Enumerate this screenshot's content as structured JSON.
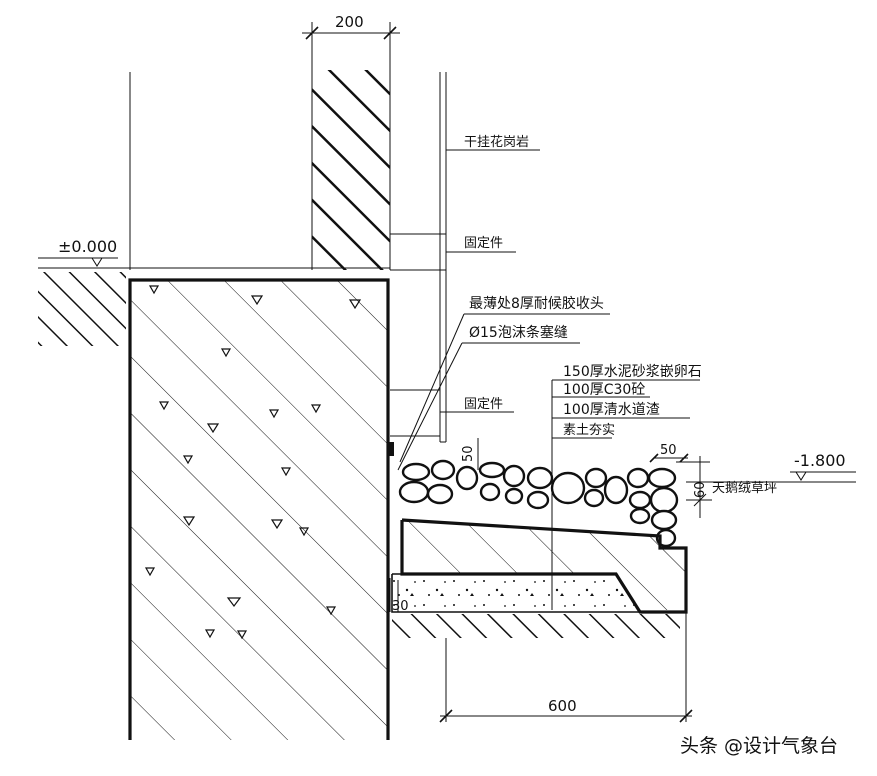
{
  "drawing": {
    "dim_wall_width": "200",
    "level_ground": "±0.000",
    "level_lower": "-1.800",
    "dim_slab_width": "600",
    "dim_edge_30": "30",
    "dim_gap_50": "50",
    "dim_width_50": "50",
    "dim_height_60": "60",
    "label_granite": "干挂花岗岩",
    "label_fixing_upper": "固定件",
    "label_sealant": "最薄处8厚耐候胶收头",
    "label_foam": "Ø15泡沫条塞缝",
    "label_fixing_lower": "固定件",
    "layer_1": "150厚水泥砂浆嵌卵石",
    "layer_2": "100厚C30砼",
    "layer_3": "100厚清水道渣",
    "layer_4": "素土夯实",
    "label_lawn": "天鹅绒草坪",
    "watermark": "头条 @设计气象台"
  }
}
